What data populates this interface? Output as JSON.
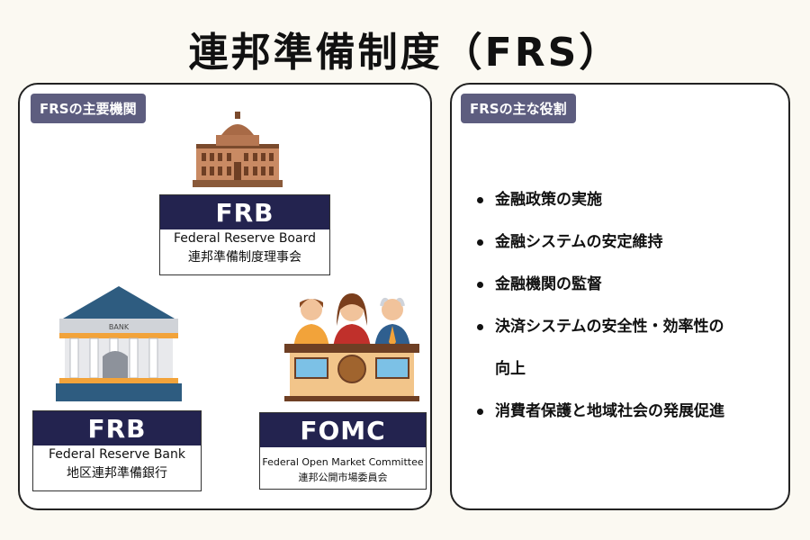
{
  "title": "連邦準備制度（FRS）",
  "left_panel": {
    "tag": "FRSの主要機関",
    "board": {
      "head": "FRB",
      "name_en": "Federal Reserve Board",
      "name_ja": "連邦準備制度理事会"
    },
    "bank": {
      "sign": "BANK",
      "head": "FRB",
      "name_en": "Federal Reserve Bank",
      "name_ja": "地区連邦準備銀行"
    },
    "fomc": {
      "head": "FOMC",
      "name_en": "Federal Open Market Committee",
      "name_ja": "連邦公開市場委員会"
    }
  },
  "right_panel": {
    "tag": "FRSの主な役割",
    "roles": [
      "金融政策の実施",
      "金融システムの安定維持",
      "金融機関の監督",
      "決済システムの安全性・効率性の",
      "消費者保護と地域社会の発展促進"
    ],
    "role_4_cont": "向上"
  }
}
